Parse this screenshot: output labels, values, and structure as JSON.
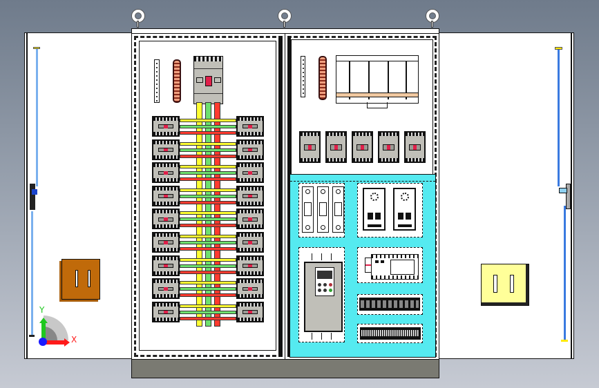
{
  "viewport": {
    "type": "cad-3d-view",
    "subject": "electrical-control-cabinet-front-view",
    "background_gradient": [
      "#6f7b8b",
      "#c6cad3"
    ]
  },
  "triad": {
    "x_label": "X",
    "y_label": "Y",
    "x_color": "#ff1a1a",
    "y_color": "#1ec81e",
    "z_color": "#1a1aff"
  },
  "colors": {
    "bus_l1": "#ffff33",
    "bus_l2": "#6ee06e",
    "bus_l3": "#ff3b2f",
    "din_channel": "#55eaf0",
    "left_nameplate": "#c06a0a",
    "right_nameplate": "#ffff99",
    "copper_bar": "#f0a080",
    "door_rod": "#3a7ae0",
    "plinth": "#7a7a72"
  },
  "cabinet": {
    "left_section": {
      "breaker_rows": 9,
      "breakers_per_row": 2,
      "main_breaker": "main-breaker"
    },
    "right_section": {
      "top_breakers": 5,
      "fuse_holders": 3,
      "power_supplies": 2,
      "vfd_keypad_buttons": 6,
      "plc_module": "plc",
      "terminal_rows": 2
    }
  }
}
